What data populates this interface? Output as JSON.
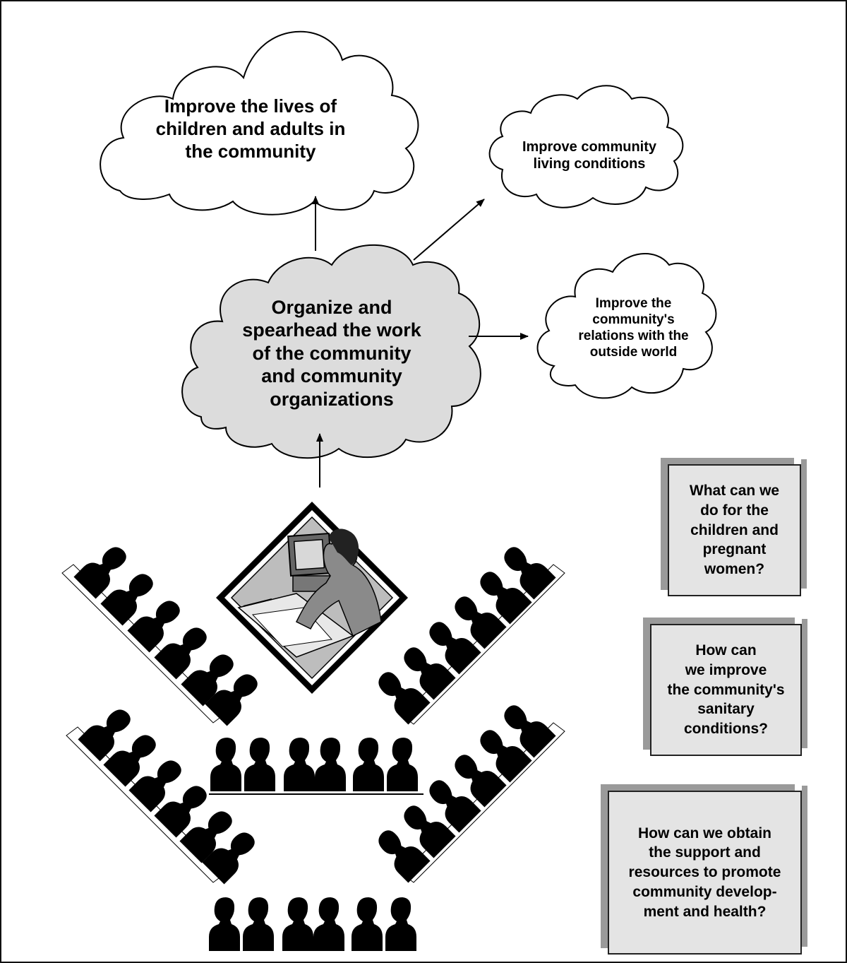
{
  "clouds": {
    "lives": "Improve the lives of\nchildren and adults in\nthe community",
    "living": "Improve community\nliving conditions",
    "relations": "Improve the\ncommunity's\nrelations with the\noutside world",
    "organize": "Organize and\nspearhead the work\nof the community\nand community\norganizations"
  },
  "questions": {
    "q1": "What can we\ndo for the\nchildren and\npregnant\nwomen?",
    "q2": "How can\nwe improve\nthe community's\nsanitary\nconditions?",
    "q3": "How can we obtain\nthe support and\nresources to promote\ncommunity develop-\nment and health?"
  },
  "colors": {
    "cloud_fill_center": "#dcdcdc",
    "cloud_fill_outer": "#ffffff",
    "box_fill": "#e4e4e4",
    "box_shadow": "#9a9a9a",
    "silhouette": "#000000"
  },
  "illustrations": {
    "center": "woman-at-desk-with-computer",
    "audience": "seated-people-silhouettes"
  }
}
